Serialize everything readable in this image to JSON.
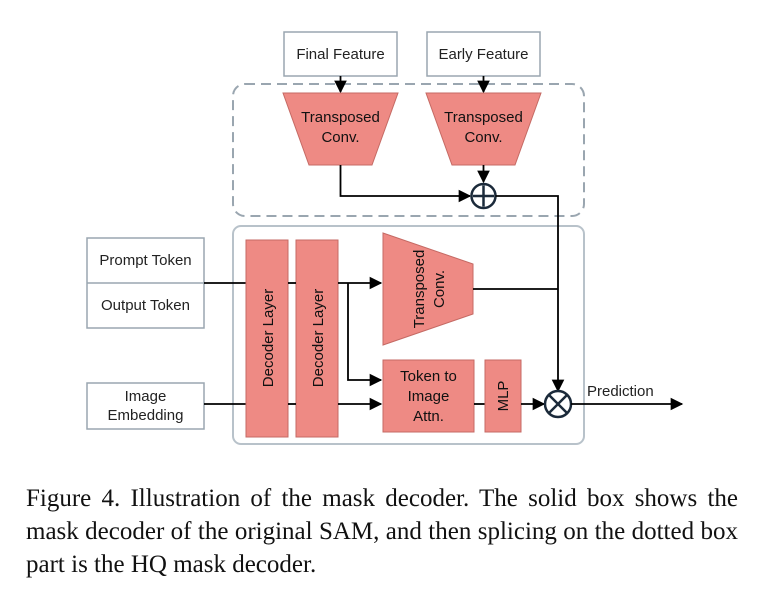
{
  "diagram": {
    "final_feature": "Final Feature",
    "early_feature": "Early Feature",
    "transposed_conv_1": [
      "Transposed",
      "Conv."
    ],
    "transposed_conv_2": [
      "Transposed",
      "Conv."
    ],
    "prompt_token": "Prompt Token",
    "output_token": "Output Token",
    "image_embedding": [
      "Image",
      "Embedding"
    ],
    "decoder_layer_1": "Decoder Layer",
    "decoder_layer_2": "Decoder Layer",
    "transposed_conv_3": [
      "Transposed",
      "Conv."
    ],
    "token_to_image": [
      "Token to",
      "Image",
      "Attn."
    ],
    "mlp": "MLP",
    "prediction": "Prediction"
  },
  "caption": {
    "text": "Figure 4. Illustration of the mask decoder. The solid box shows the mask decoder of the original SAM, and then splicing on the dotted box part is the HQ mask decoder."
  },
  "colors": {
    "block_fill": "#ee8a84",
    "block_stroke": "#c56a64",
    "box_stroke": "#9aa6b0",
    "line": "#000000"
  }
}
